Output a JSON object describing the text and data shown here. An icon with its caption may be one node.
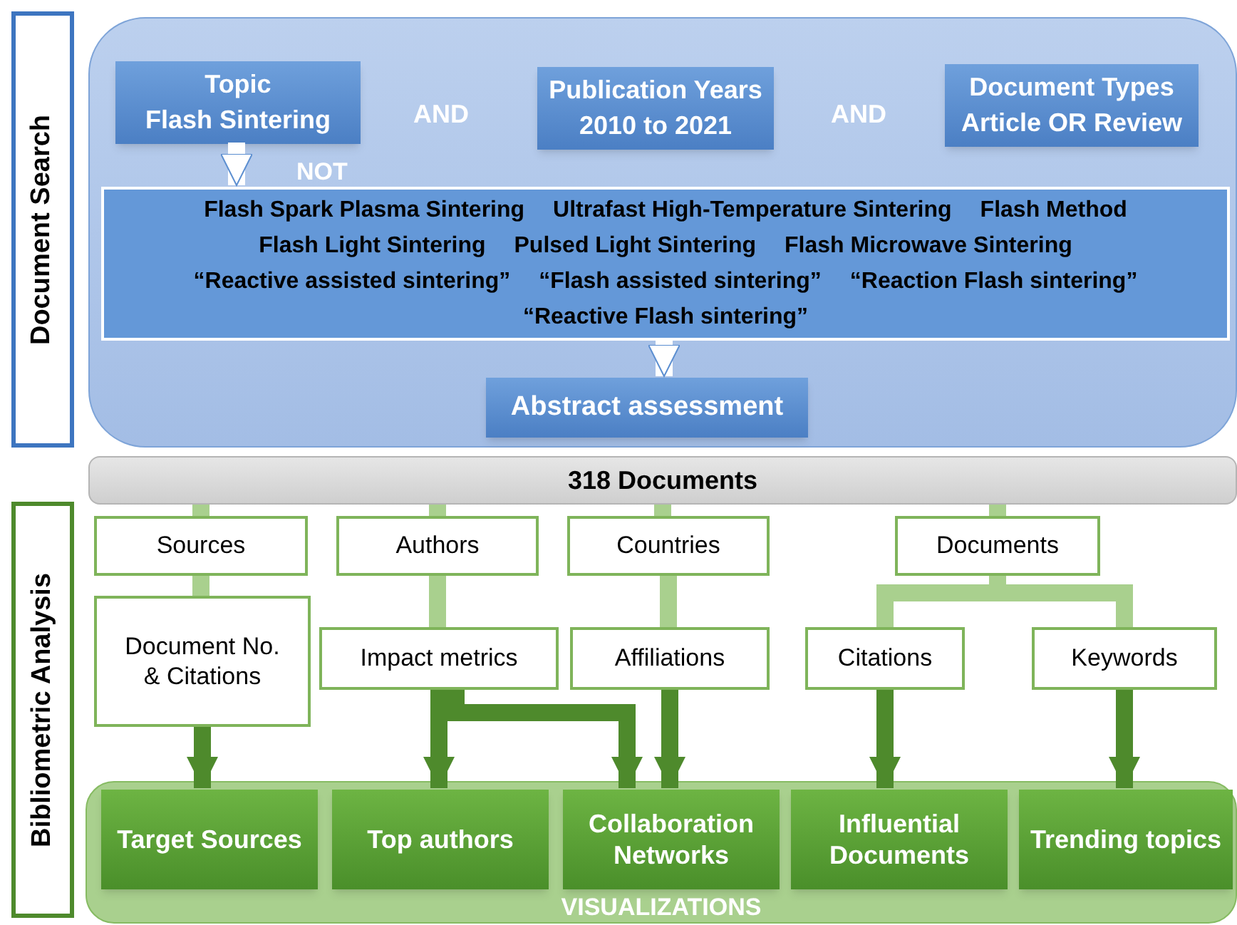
{
  "diagram": {
    "nodes": [
      {
        "text": [
          "Document Search"
        ]
      },
      {
        "text": [
          "Bibliometric Analysis"
        ]
      },
      {
        "text": [],
        "shape": "box"
      },
      {
        "text": [
          "Topic",
          "Flash Sintering"
        ],
        "in": 2
      },
      {
        "text": [
          "Publication Years",
          "2010 to 2021"
        ],
        "in": 2
      },
      {
        "text": [
          "Document Types",
          "Article OR Review"
        ],
        "in": 2
      },
      {
        "text": [
          "Flash Spark Plasma Sintering",
          "Ultrafast High-Temperature Sintering",
          "Flash Method",
          "Flash Light Sintering",
          "Pulsed Light Sintering",
          "Flash Microwave Sintering",
          "“Reactive assisted sintering”",
          "“Flash assisted sintering”",
          "“Reaction Flash sintering”",
          "“Reactive Flash sintering”"
        ],
        "in": 2
      },
      {
        "text": [
          "Abstract assessment"
        ],
        "in": 2
      },
      {
        "text": [
          "318 Documents"
        ]
      },
      {
        "text": [
          "Sources"
        ]
      },
      {
        "text": [
          "Authors"
        ]
      },
      {
        "text": [
          "Countries"
        ]
      },
      {
        "text": [
          "Documents"
        ]
      },
      {
        "text": [
          "Document No. & Citations"
        ]
      },
      {
        "text": [
          "Impact metrics"
        ]
      },
      {
        "text": [
          "Affiliations"
        ]
      },
      {
        "text": [
          "Citations"
        ]
      },
      {
        "text": [
          "Keywords"
        ]
      },
      {
        "text": [
          "VISUALIZATIONS"
        ]
      },
      {
        "text": [
          "Target Sources"
        ],
        "in": 18
      },
      {
        "text": [
          "Top authors"
        ],
        "in": 18
      },
      {
        "text": [
          "Collaboration Networks"
        ],
        "in": 18
      },
      {
        "text": [
          "Influential Documents"
        ],
        "in": 18
      },
      {
        "text": [
          "Trending topics"
        ],
        "in": 18
      }
    ],
    "edges": [
      {
        "from": 3,
        "to": 6,
        "arrow": "to",
        "color": "#ffffff"
      },
      {
        "from": 6,
        "to": 7,
        "arrow": "to",
        "color": "#ffffff"
      },
      {
        "from": 8,
        "to": 9,
        "arrow": "none"
      },
      {
        "from": 8,
        "to": 10,
        "arrow": "none"
      },
      {
        "from": 8,
        "to": 11,
        "arrow": "none"
      },
      {
        "from": 8,
        "to": 12,
        "arrow": "none"
      },
      {
        "from": 9,
        "to": 13,
        "arrow": "none"
      },
      {
        "from": 10,
        "to": 14,
        "arrow": "none"
      },
      {
        "from": 11,
        "to": 15,
        "arrow": "none"
      },
      {
        "from": 12,
        "to": 16,
        "arrow": "none"
      },
      {
        "from": 12,
        "to": 17,
        "arrow": "none"
      },
      {
        "from": 13,
        "to": 19,
        "arrow": "to",
        "color": "#4e8a2c"
      },
      {
        "from": 14,
        "to": 20,
        "arrow": "to",
        "color": "#4e8a2c"
      },
      {
        "from": 15,
        "to": 21,
        "arrow": "to",
        "color": "#4e8a2c"
      },
      {
        "from": 16,
        "to": 22,
        "arrow": "to",
        "color": "#4e8a2c"
      },
      {
        "from": 17,
        "to": 23,
        "arrow": "to",
        "color": "#4e8a2c"
      },
      {
        "from": 14,
        "to": 21,
        "arrow": "to",
        "color": "#4e8a2c"
      }
    ],
    "labels": [
      "AND",
      "AND",
      "NOT"
    ]
  }
}
